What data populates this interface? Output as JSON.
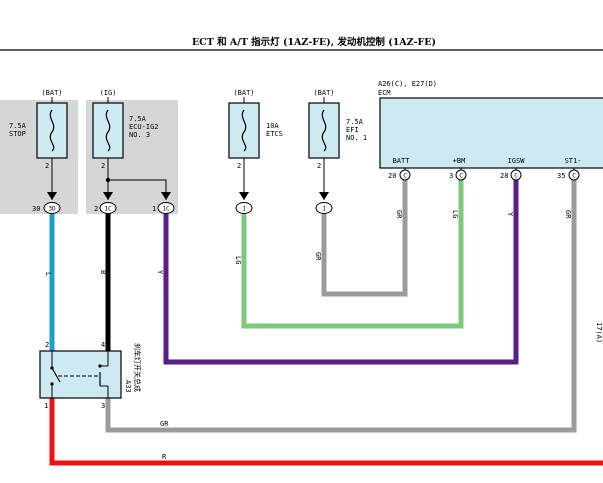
{
  "title": "ECT 和 A/T 指示灯 (1AZ-FE), 发动机控制 (1AZ-FE)",
  "colors": {
    "wire_LG": "#7ec87e",
    "wire_GR": "#9b9b9b",
    "wire_Y": "#5b1d86",
    "wire_L": "#1a9fce",
    "wire_B": "#000000",
    "wire_R": "#ee1111",
    "box_fill": "#cdeaf2",
    "panel_fill": "#d6d6d6"
  },
  "fuses": [
    {
      "supply": "(BAT)",
      "rating": "7.5A",
      "name": "STOP",
      "name2": "",
      "pin": "2",
      "connector": "3D",
      "conn_pin": "30"
    },
    {
      "supply": "(IG)",
      "rating": "7.5A",
      "name": "ECU-IG2",
      "name2": "NO. 3",
      "pin": "2",
      "connector": "1C",
      "conn_pin": "2"
    },
    {
      "supply": "(BAT)",
      "rating": "10A",
      "name": "ETCS",
      "name2": "",
      "pin": "2",
      "connector": "1",
      "conn_pin": ""
    },
    {
      "supply": "(BAT)",
      "rating": "7.5A",
      "name": "EFI",
      "name2": "NO. 1",
      "pin": "2",
      "connector": "1",
      "conn_pin": ""
    }
  ],
  "extra_connector": {
    "connector": "1C",
    "conn_pin": "1"
  },
  "ecm": {
    "ref": "A26(C), E27(D)",
    "name": "ECM",
    "pins": [
      {
        "label": "BATT",
        "num": "20",
        "conn": "C"
      },
      {
        "label": "+BM",
        "num": "3",
        "conn": "C"
      },
      {
        "label": "IGSW",
        "num": "28",
        "conn": "C"
      },
      {
        "label": "ST1-",
        "num": "35",
        "conn": "C"
      }
    ]
  },
  "wire_labels": {
    "L": "L",
    "B": "B",
    "Y": "Y",
    "LG": "LG",
    "GR": "GR",
    "ecm_GR1": "GR",
    "ecm_LG": "LG",
    "ecm_Y": "Y",
    "ecm_GR2": "GR",
    "bottom_GR": "GR",
    "bottom_R": "R"
  },
  "switch": {
    "ref": "A33",
    "name": "刹车灯开关总成",
    "pin_tl": "2",
    "pin_tr": "4",
    "pin_bl": "1",
    "pin_br": "3"
  },
  "edge_text": "17(A)"
}
